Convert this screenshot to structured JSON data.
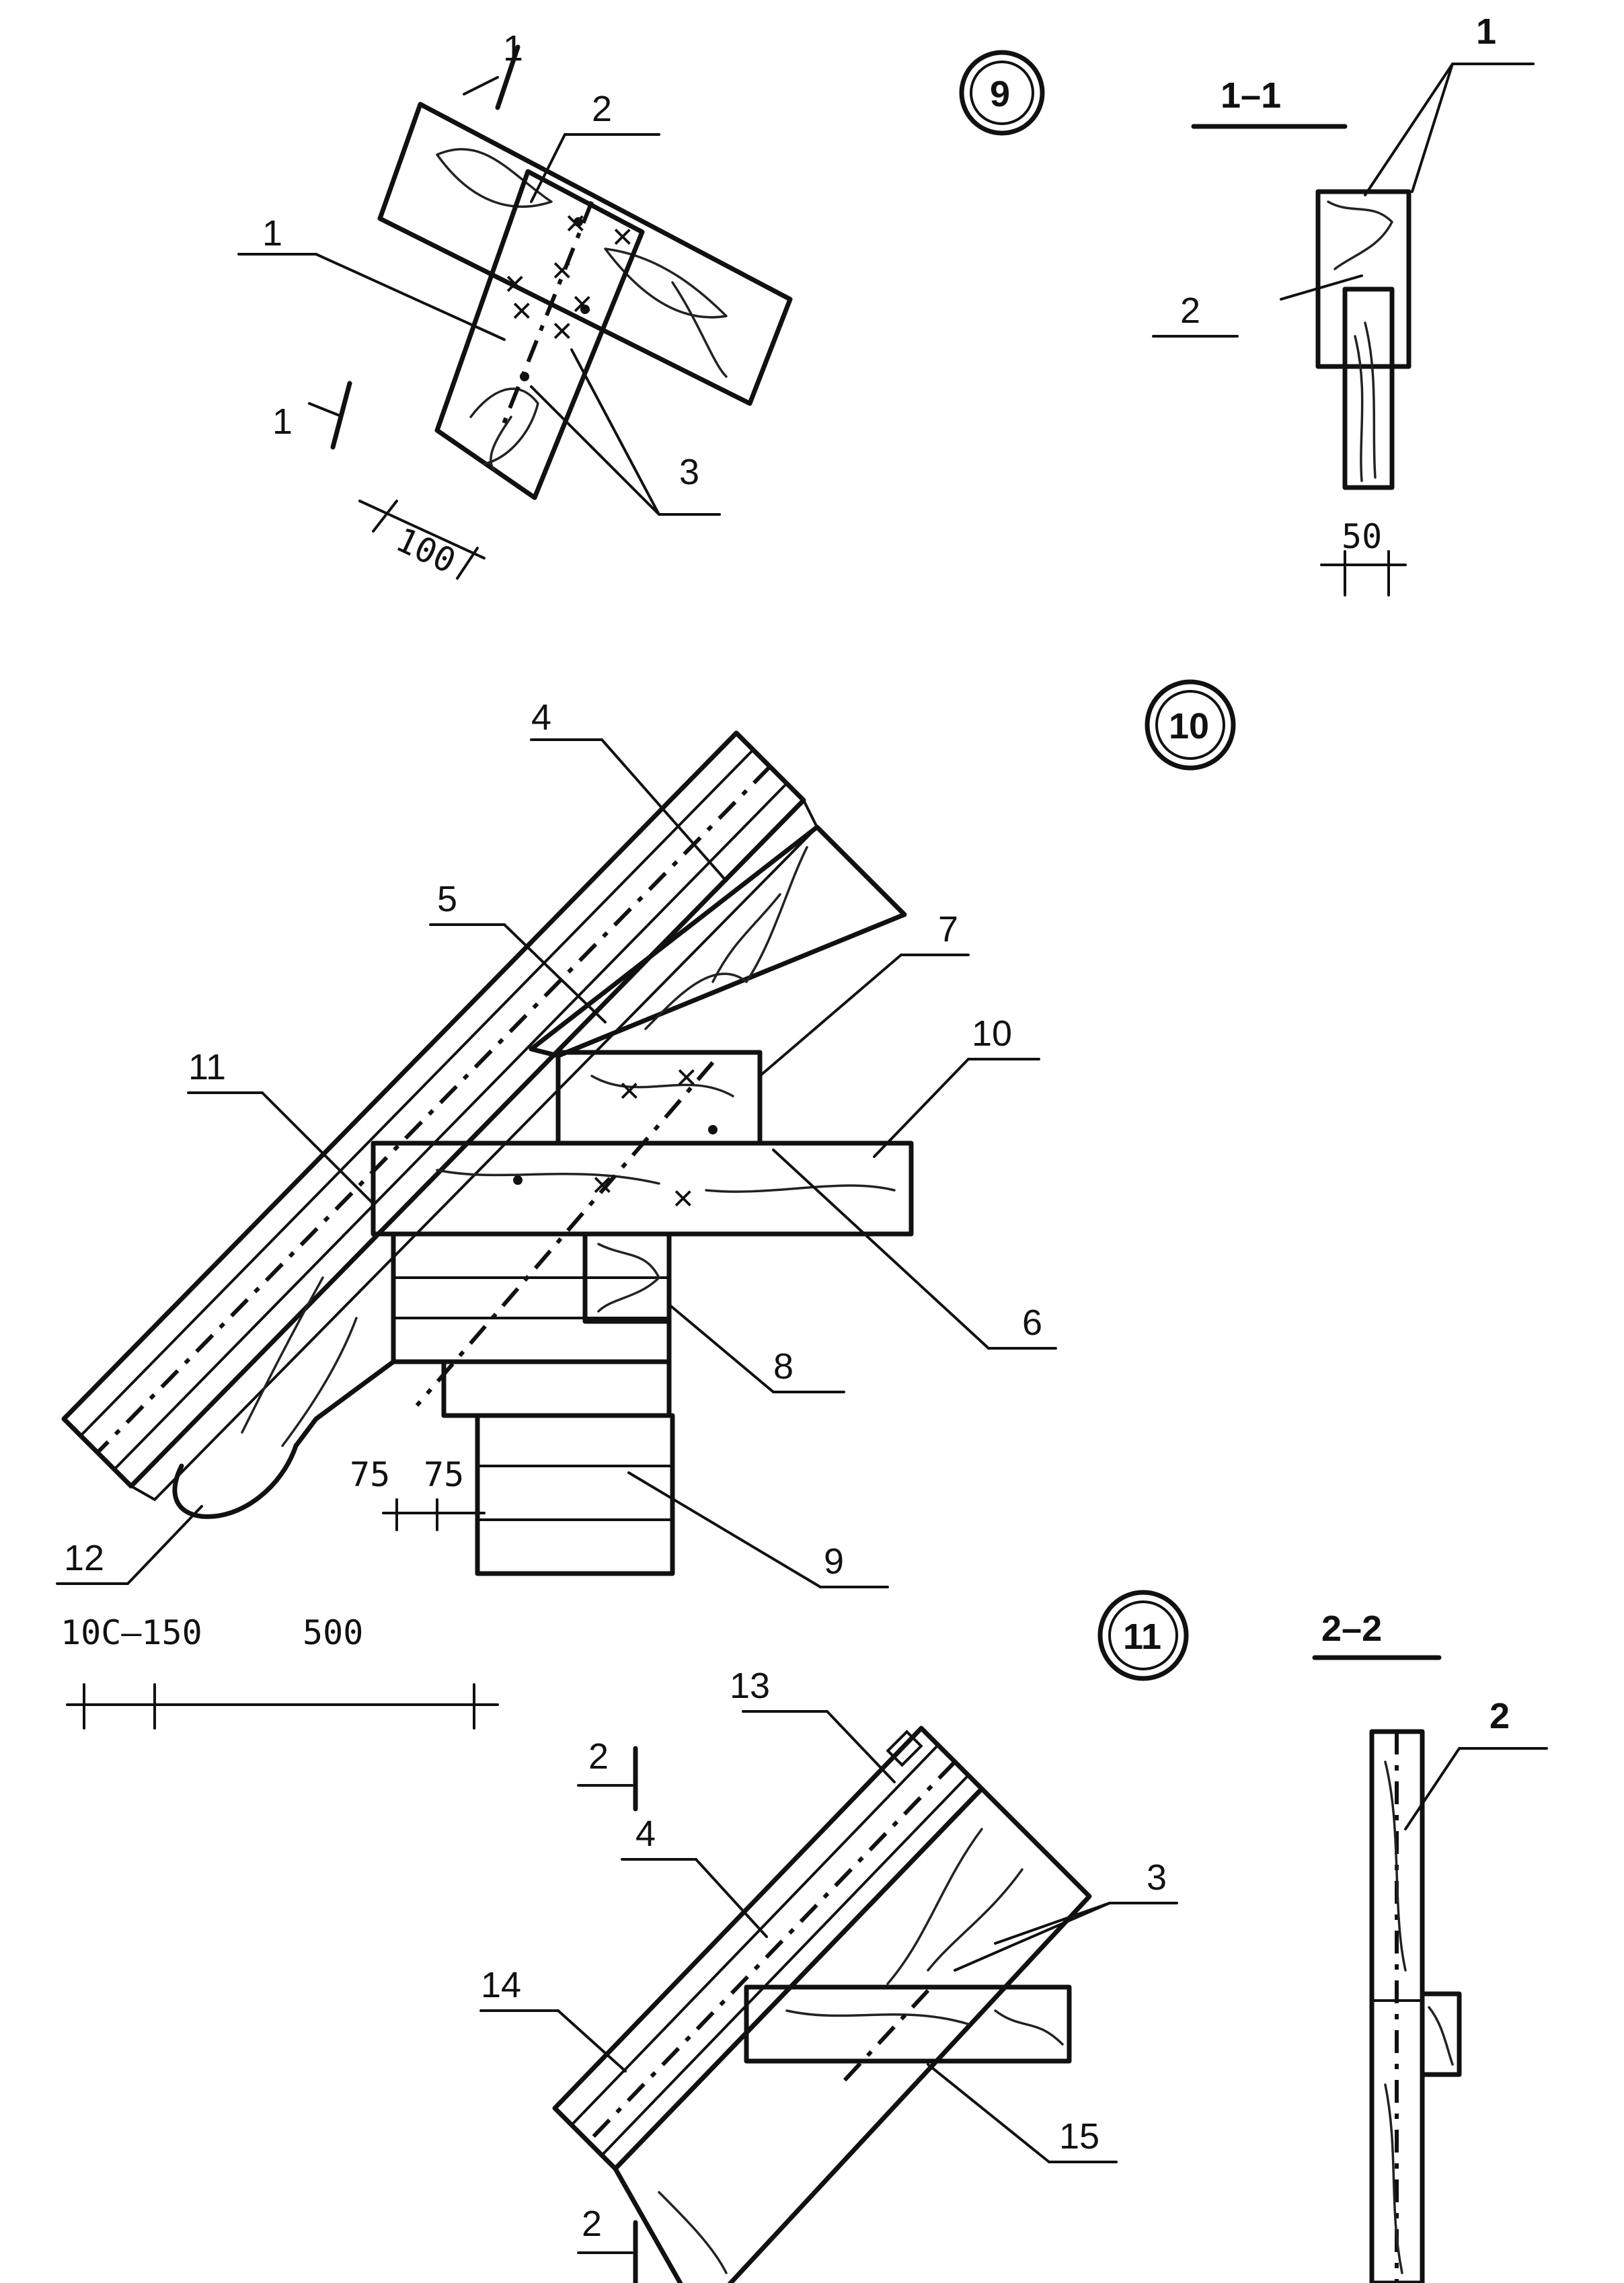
{
  "details": {
    "d9": {
      "number": "9",
      "section_title": "1–1"
    },
    "d10": {
      "number": "10"
    },
    "d11": {
      "number": "11",
      "section_title": "2–2"
    }
  },
  "callouts": {
    "d9": {
      "top_1": "1",
      "left_1": "1",
      "top_2": "2",
      "label_3": "3",
      "section_1": "1",
      "section_2": "2",
      "section_mark_top": "1",
      "section_mark_left": "1"
    },
    "d10": {
      "label_4": "4",
      "label_5": "5",
      "label_7": "7",
      "label_10": "10",
      "label_11": "11",
      "label_6": "6",
      "label_8": "8",
      "label_9": "9",
      "label_12": "12"
    },
    "d11": {
      "label_13": "13",
      "label_4": "4",
      "label_3": "3",
      "label_14": "14",
      "label_15": "15",
      "section_2_label": "2",
      "section_mark_top": "2",
      "section_mark_bottom": "2"
    }
  },
  "dimensions": {
    "d9_width": "100",
    "d9_section_width": "50",
    "d10_spacing_a": "75",
    "d10_spacing_b": "75",
    "d10_range": "10C–150",
    "d10_length": "500"
  }
}
